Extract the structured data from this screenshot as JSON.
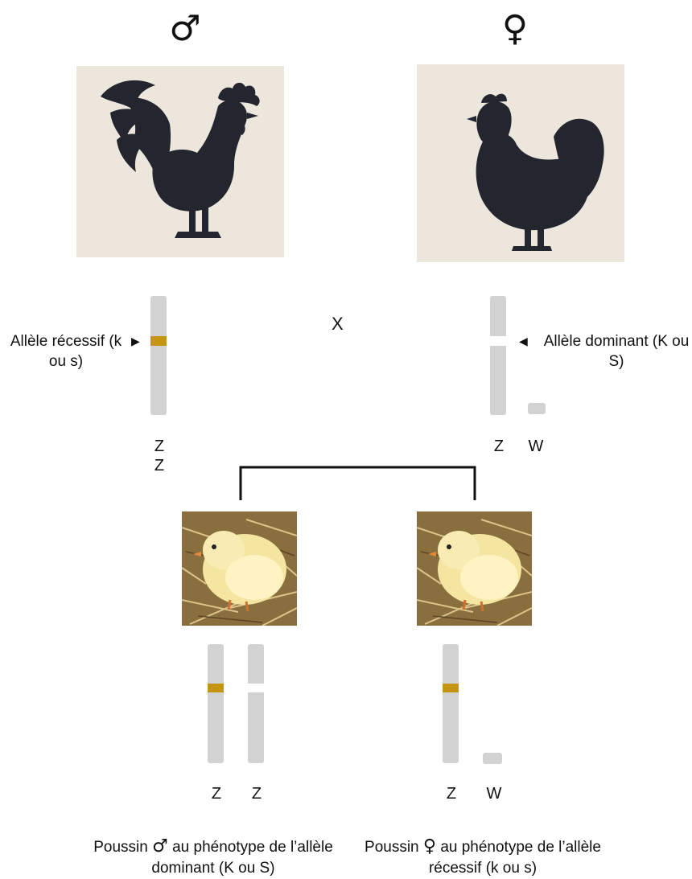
{
  "parents": {
    "male": {
      "symbol": "♂",
      "image_icon": "rooster-silhouette",
      "chromosome_labels": [
        "Z",
        "Z"
      ],
      "allele_label": "Allèle récessif (k ou s)",
      "band_color": "#c4950f"
    },
    "female": {
      "symbol": "♀",
      "image_icon": "hen-silhouette",
      "chromosome_labels": [
        "Z",
        "W"
      ],
      "allele_label": "Allèle dominant (K ou S)",
      "band_color": "#ffffff"
    },
    "cross_symbol": "X"
  },
  "offspring": {
    "male": {
      "chromosome_labels": [
        "Z",
        "Z"
      ],
      "caption_prefix": "Poussin",
      "caption_symbol": "♂",
      "caption_rest": "au phénotype de l’allèle dominant (K ou S)"
    },
    "female": {
      "chromosome_labels": [
        "Z",
        "W"
      ],
      "caption_prefix": "Poussin",
      "caption_symbol": "♀",
      "caption_rest": "au phénotype de l’allèle récessif (k ou s)"
    }
  },
  "colors": {
    "panel_bg": "#ece6dc",
    "silhouette": "#23262e",
    "chromosome": "#d2d2d2",
    "recessive_band": "#c4950f",
    "dominant_band": "#ffffff"
  }
}
